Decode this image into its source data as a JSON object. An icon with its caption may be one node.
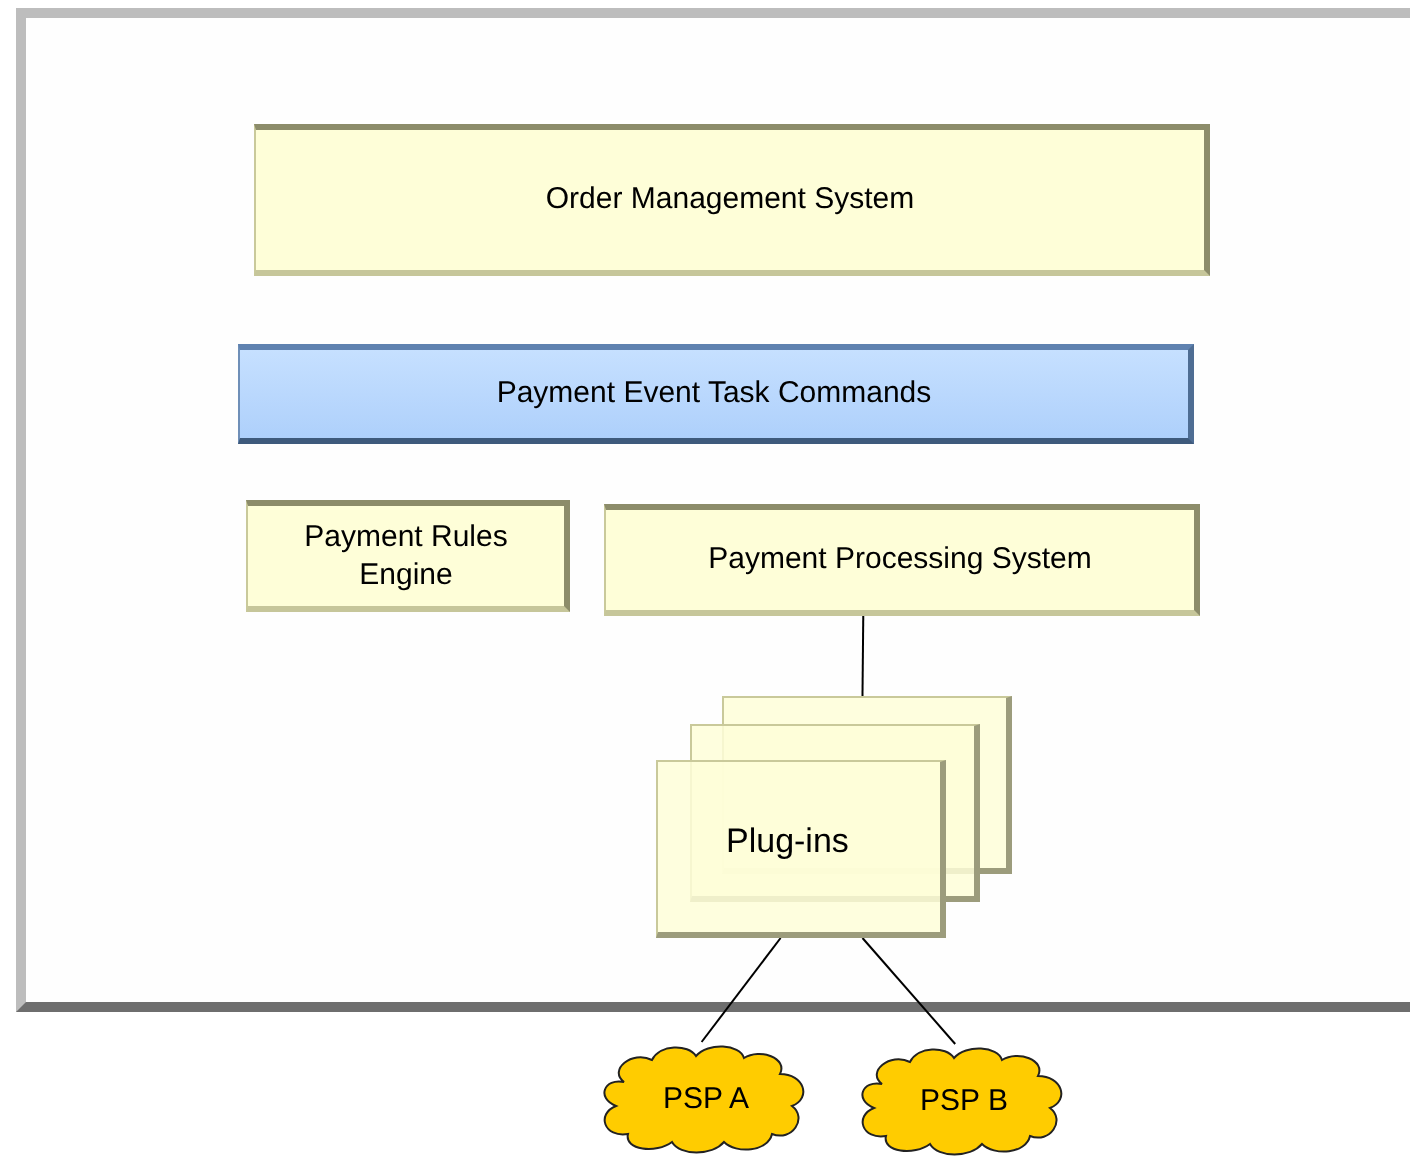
{
  "diagram": {
    "nodes": [
      {
        "text": [
          "Order Management System"
        ]
      },
      {
        "text": [
          "Payment Event Task Commands"
        ]
      },
      {
        "text": [
          "Payment Rules Engine"
        ]
      },
      {
        "text": [
          "Payment Processing System"
        ]
      },
      {
        "text": [
          "Plug-ins"
        ]
      },
      {
        "text": [
          "PSP A"
        ]
      },
      {
        "text": [
          "PSP B"
        ]
      }
    ],
    "edges": [
      {
        "from": 3,
        "to": 4,
        "arrow": "none"
      },
      {
        "from": 4,
        "to": 5,
        "arrow": "none"
      },
      {
        "from": 4,
        "to": 6,
        "arrow": "none"
      }
    ]
  }
}
